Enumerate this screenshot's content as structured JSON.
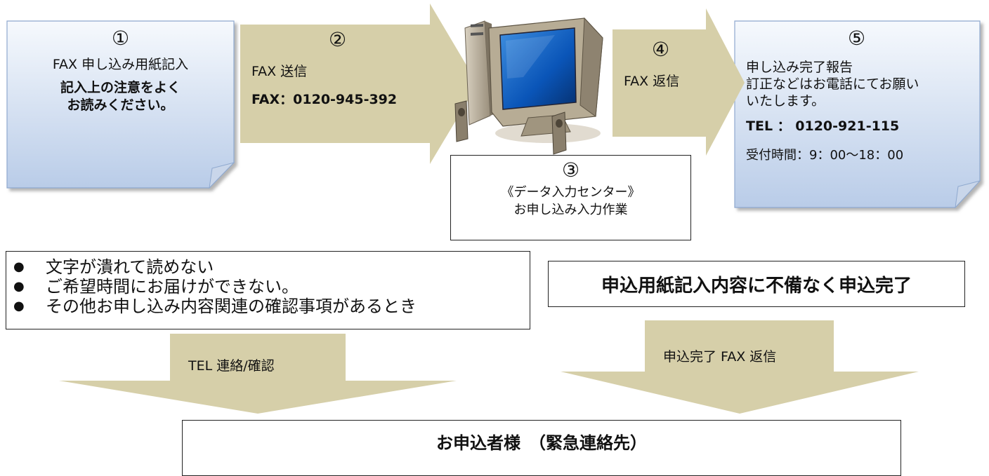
{
  "colors": {
    "card_top": "#f6f9fd",
    "card_bottom": "#b9cce8",
    "card_border": "#8fa9cf",
    "arrow_fill": "#d6cfa9",
    "box_border": "#222222"
  },
  "step1": {
    "number": "①",
    "line1": "FAX 申し込み用紙記入",
    "note_line1": "記入上の注意をよく",
    "note_line2": "お読みください。"
  },
  "step2": {
    "number": "②",
    "line1": "FAX 送信",
    "fax_line": "FAX：0120-945-392"
  },
  "step3": {
    "number": "③",
    "line1": "《データ入力センター》",
    "line2": "お申し込み入力作業"
  },
  "step4": {
    "number": "④",
    "line1": "FAX 返信"
  },
  "step5": {
    "number": "⑤",
    "line1": "申し込み完了報告",
    "line2": "訂正などはお電話にてお願い",
    "line3": "いたします。",
    "tel_line": "TEL  ：  0120-921-115",
    "hours": "受付時間：9：00～18：00"
  },
  "issues": {
    "bullet_icon": "black-circle-bullet",
    "items": [
      "文字が潰れて読めない",
      "ご希望時間にお届けができない。",
      "その他お申し込み内容関連の確認事項があるとき"
    ]
  },
  "ok_box": {
    "text": "申込用紙記入内容に不備なく申込完了"
  },
  "arrow_tel": {
    "label": "TEL 連絡/確認"
  },
  "arrow_fax": {
    "label": "申込完了 FAX 返信"
  },
  "applicant_box": {
    "text": "お申込者様　（緊急連絡先）"
  }
}
